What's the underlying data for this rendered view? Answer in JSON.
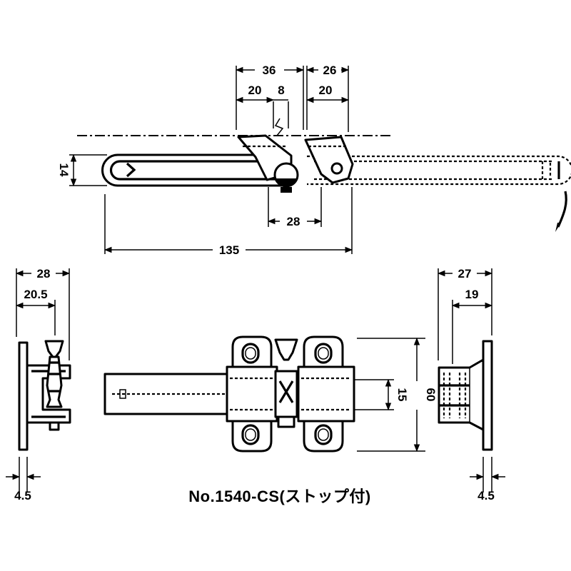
{
  "title": "No.1540-CS(ストップ付)",
  "top_view": {
    "dim_36": "36",
    "dim_26": "26",
    "dim_20a": "20",
    "dim_8": "8",
    "dim_20b": "20",
    "dim_14": "14",
    "dim_28": "28",
    "dim_135": "135"
  },
  "left_view": {
    "dim_28": "28",
    "dim_20_5": "20.5",
    "dim_4_5": "4.5"
  },
  "front_view": {
    "dim_15": "15",
    "dim_60": "60"
  },
  "right_view": {
    "dim_27": "27",
    "dim_19": "19",
    "dim_4_5": "4.5"
  }
}
